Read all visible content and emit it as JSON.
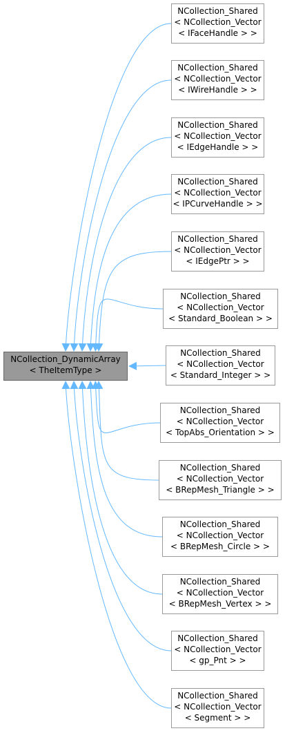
{
  "colors": {
    "edge": "#63b8ff",
    "node_border": "#999999",
    "base_fill": "#999999"
  },
  "base": {
    "lines": [
      "NCollection_DynamicArray",
      "< TheItemType >"
    ]
  },
  "derived": [
    {
      "lines": [
        "NCollection_Shared",
        "< NCollection_Vector",
        "< IFaceHandle > >"
      ]
    },
    {
      "lines": [
        "NCollection_Shared",
        "< NCollection_Vector",
        "< IWireHandle > >"
      ]
    },
    {
      "lines": [
        "NCollection_Shared",
        "< NCollection_Vector",
        "< IEdgeHandle > >"
      ]
    },
    {
      "lines": [
        "NCollection_Shared",
        "< NCollection_Vector",
        "< IPCurveHandle > >"
      ]
    },
    {
      "lines": [
        "NCollection_Shared",
        "< NCollection_Vector",
        "< IEdgePtr > >"
      ]
    },
    {
      "lines": [
        "NCollection_Shared",
        "< NCollection_Vector",
        "< Standard_Boolean > >"
      ]
    },
    {
      "lines": [
        "NCollection_Shared",
        "< NCollection_Vector",
        "< Standard_Integer > >"
      ]
    },
    {
      "lines": [
        "NCollection_Shared",
        "< NCollection_Vector",
        "< TopAbs_Orientation > >"
      ]
    },
    {
      "lines": [
        "NCollection_Shared",
        "< NCollection_Vector",
        "< BRepMesh_Triangle > >"
      ]
    },
    {
      "lines": [
        "NCollection_Shared",
        "< NCollection_Vector",
        "< BRepMesh_Circle > >"
      ]
    },
    {
      "lines": [
        "NCollection_Shared",
        "< NCollection_Vector",
        "< BRepMesh_Vertex > >"
      ]
    },
    {
      "lines": [
        "NCollection_Shared",
        "< NCollection_Vector",
        "< gp_Pnt > >"
      ]
    },
    {
      "lines": [
        "NCollection_Shared",
        "< NCollection_Vector",
        "< Segment > >"
      ]
    }
  ]
}
